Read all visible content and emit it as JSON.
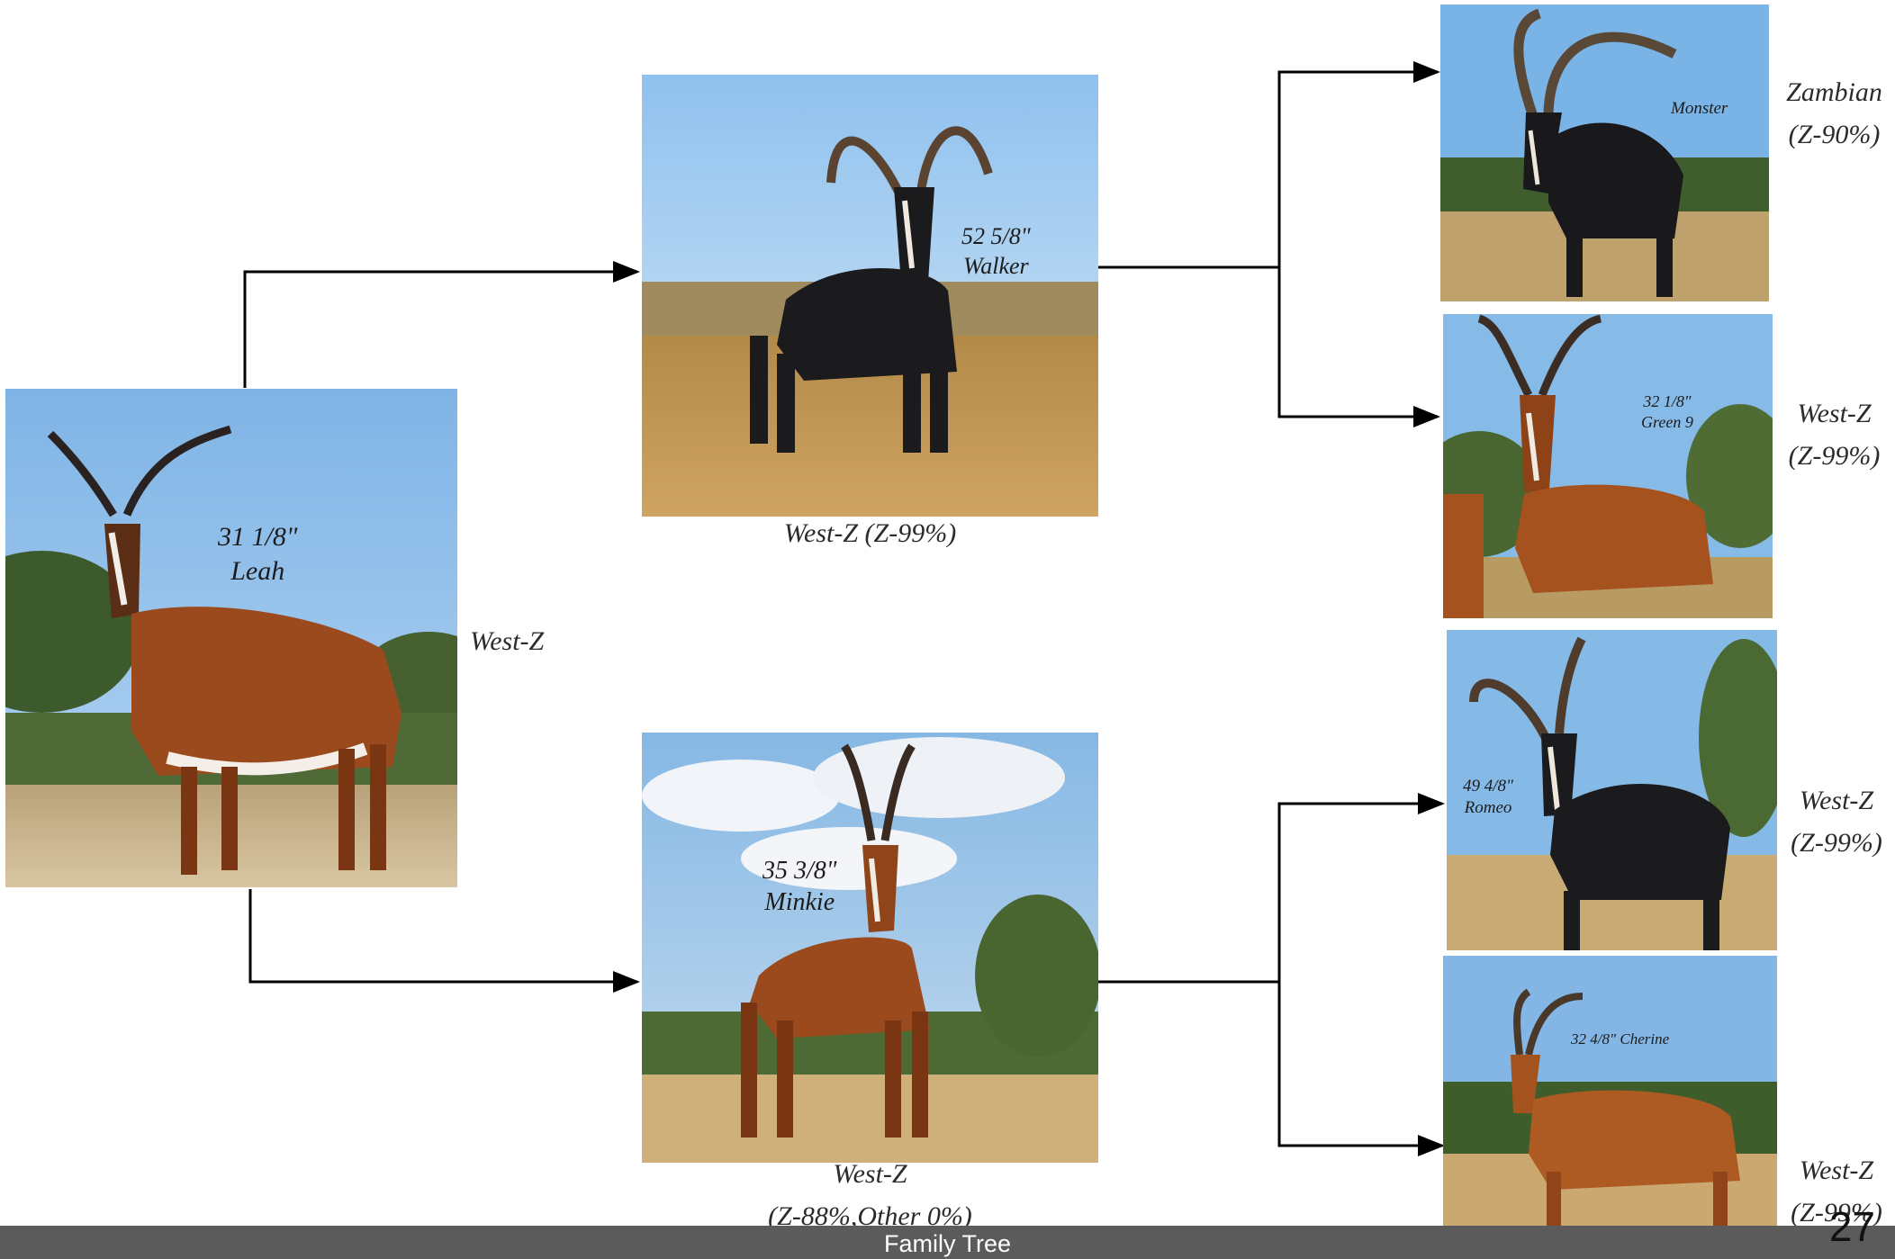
{
  "animals": {
    "leah": {
      "tag": "31 1/8\"",
      "name": "Leah",
      "lineage": "West-Z"
    },
    "walker": {
      "tag": "52 5/8\"",
      "name": "Walker",
      "lineage": "West-Z (Z-99%)"
    },
    "minkie": {
      "tag": "35 3/8\"",
      "name": "Minkie",
      "lineage_line1": "West-Z",
      "lineage_line2": "(Z-88%,Other 0%)"
    },
    "monster": {
      "name": "Monster",
      "lineage_line1": "Zambian",
      "lineage_line2": "(Z-90%)"
    },
    "green9": {
      "tag": "32 1/8\"",
      "name": "Green 9",
      "lineage_line1": "West-Z",
      "lineage_line2": "(Z-99%)"
    },
    "romeo": {
      "tag": "49 4/8\"",
      "name": "Romeo",
      "lineage_line1": "West-Z",
      "lineage_line2": "(Z-99%)"
    },
    "cherine": {
      "caption": "32 4/8\" Cherine",
      "lineage_line1": "West-Z",
      "lineage_line2": "(Z-99%)"
    }
  },
  "footer": {
    "title": "Family Tree",
    "page_number": "27"
  },
  "colors": {
    "connector": "#000000",
    "footer_bg": "#5b5b5b",
    "sky": "#8fbde6",
    "grass": "#c9a668",
    "black_coat": "#1b1a1c",
    "brown_coat": "#9a4a1c"
  }
}
